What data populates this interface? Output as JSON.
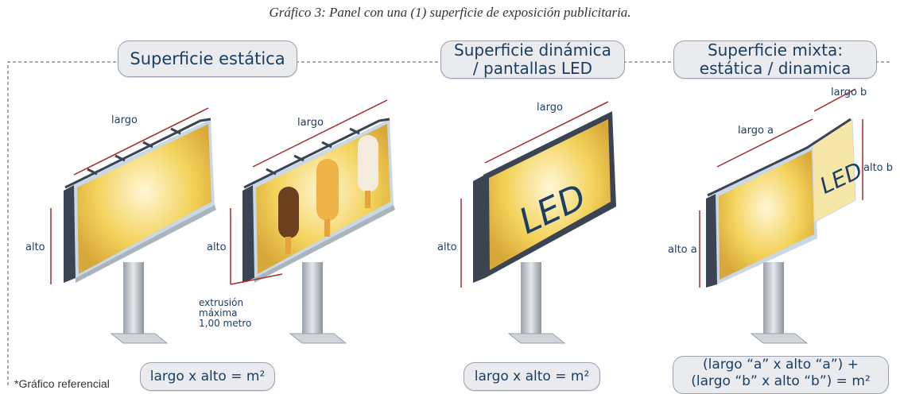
{
  "caption": "Gráfico 3: Panel con una (1) superficie de exposición publicitaria.",
  "sections": {
    "static": {
      "title": "Superficie estática",
      "formula": "largo x alto = m²"
    },
    "dynamic": {
      "title_line1": "Superficie dinámica",
      "title_line2": "/ pantallas LED",
      "formula": "largo x alto = m²"
    },
    "mixed": {
      "title_line1": "Superficie mixta:",
      "title_line2": "estática / dinamica",
      "formula_line1": "(largo “a” x alto “a”) +",
      "formula_line2": "(largo “b” x alto “b”) = m²"
    }
  },
  "labels": {
    "largo": "largo",
    "alto": "alto",
    "largo_a": "largo a",
    "largo_b": "largo b",
    "alto_a": "alto a",
    "alto_b": "alto b",
    "led": "LED",
    "extrusion1": "extrusión",
    "extrusion2": "máxima",
    "extrusion3": "1,00 metro"
  },
  "note": "*Gráfico referencial",
  "colors": {
    "dimension_line": "#a52a2a",
    "label_text": "#1d3e63",
    "panel_yellow": "#f3d25a",
    "frame": "#3a4452"
  }
}
